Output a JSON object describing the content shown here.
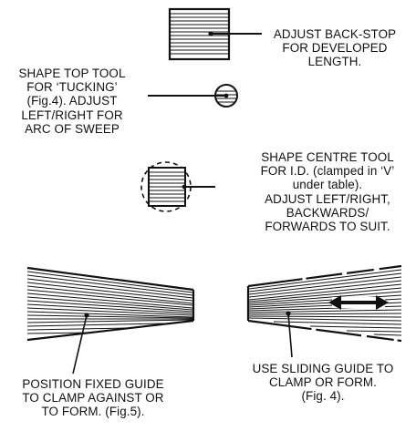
{
  "labels": {
    "backstop": [
      "ADJUST BACK-STOP",
      "FOR DEVELOPED",
      "LENGTH."
    ],
    "top_tool": [
      "SHAPE TOP TOOL",
      "FOR ‘TUCKING’",
      "(Fig.4). ADJUST",
      "LEFT/RIGHT FOR",
      "ARC OF SWEEP"
    ],
    "centre_tool": [
      "SHAPE CENTRE TOOL",
      "FOR I.D. (clamped in ‘V’",
      "under table).",
      "ADJUST LEFT/RIGHT,",
      "BACKWARDS/",
      "FORWARDS TO SUIT."
    ],
    "fixed_guide": [
      "POSITION FIXED GUIDE",
      "TO CLAMP AGAINST OR",
      "TO FORM. (Fig.5)."
    ],
    "sliding_guide": [
      "USE SLIDING GUIDE TO",
      "CLAMP OR FORM.",
      "(Fig. 4)."
    ]
  },
  "colors": {
    "ink": "#111111",
    "paper": "#ffffff"
  },
  "icons": {
    "slide_direction": "double-arrow-icon"
  }
}
